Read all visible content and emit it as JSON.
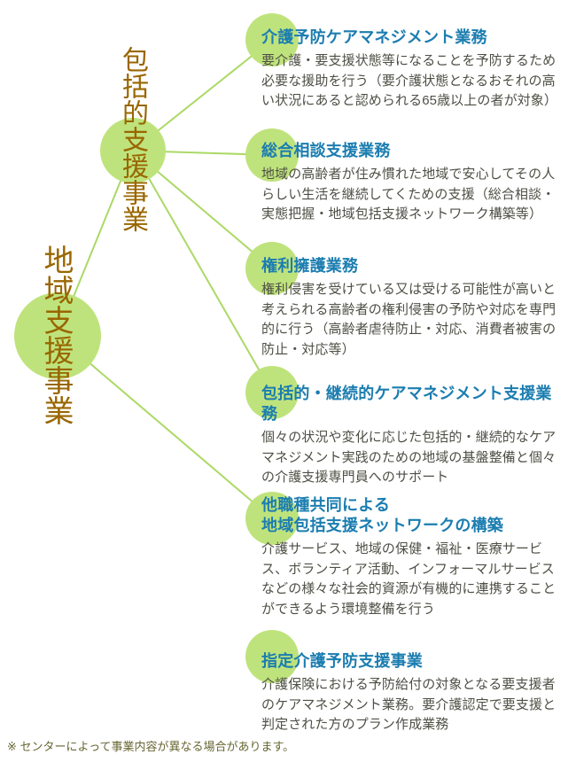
{
  "colors": {
    "bg": "#ffffff",
    "circle-green": "#bfe37c",
    "line-green": "#abd966",
    "title-blue": "#1b7db0",
    "body-gray": "#4f4f46",
    "label-brown": "#996600",
    "note-olive": "#666633"
  },
  "root": {
    "label": "地域支援事業"
  },
  "hub": {
    "label": "包括的支援事業"
  },
  "items": [
    {
      "title": "介護予防ケアマネジメント業務",
      "body": "要介護・要支援状態等になることを予防するため必要な援助を行う（要介護状態となるおそれの高い状況にあると認められる65歳以上の者が対象）"
    },
    {
      "title": "総合相談支援業務",
      "body": "地域の高齢者が住み慣れた地域で安心してその人らしい生活を継続してくための支援（総合相談・実態把握・地域包括支援ネットワーク構築等）"
    },
    {
      "title": "権利擁護業務",
      "body": "権利侵害を受けている又は受ける可能性が高いと考えられる高齢者の権利侵害の予防や対応を専門的に行う（高齢者虐待防止・対応、消費者被害の防止・対応等）"
    },
    {
      "title": "包括的・継続的ケアマネジメント支援業務",
      "body": "個々の状況や変化に応じた包括的・継続的なケアマネジメント実践のための地域の基盤整備と個々の介護支援専門員へのサポート"
    },
    {
      "title": "他職種共同による\n地域包括支援ネットワークの構築",
      "body": "介護サービス、地域の保健・福祉・医療サービス、ボランティア活動、インフォーマルサービスなどの様々な社会的資源が有機的に連携することができるよう環境整備を行う"
    },
    {
      "title": "指定介護予防支援事業",
      "body": "介護保険における予防給付の対象となる要支援者のケアマネジメント業務。要介護認定で要支援と判定された方のプラン作成業務"
    }
  ],
  "footnote": "※ センターによって事業内容が異なる場合があります。"
}
